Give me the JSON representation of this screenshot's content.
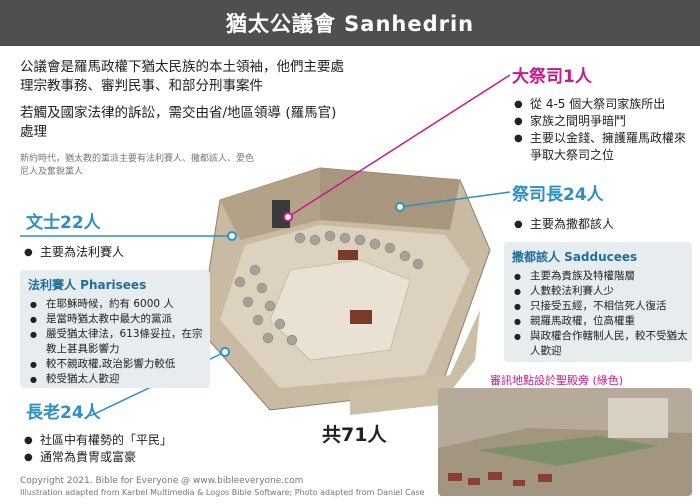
{
  "title": "猶太公議會  Sanhedrin",
  "intro": {
    "p1": "公議會是羅馬政權下猶太民族的本土領袖，他們主要處理宗教事務、審判民事、和部分刑事案件",
    "p2": "若觸及國家法律的訴訟，需交由省/地區領導 (羅馬官) 處理"
  },
  "note": "新約時代，猶太教的黨派主要有法利賽人、撒都該人、愛色尼人及奮銳黨人",
  "scribes": {
    "title": "文士22人",
    "bullets": [
      "主要為法利賽人"
    ],
    "box": {
      "title": "法利賽人 Pharisees",
      "items": [
        "在耶穌時候，約有 6000 人",
        "是當時猶太教中最大的黨派",
        "嚴受猶太律法，613條妥拉，在宗教上甚具影響力",
        "較不親政權,政治影響力較低",
        "較受猶太人歡迎"
      ]
    }
  },
  "elders": {
    "title": "長老24人",
    "bullets": [
      "社區中有權勢的「平民」",
      "通常為貴冑或富豪"
    ]
  },
  "high_priest": {
    "title": "大祭司1人",
    "bullets": [
      "從 4-5 個大祭司家族所出",
      "家族之間明爭暗鬥",
      "主要以金錢、擁護羅馬政權來爭取大祭司之位"
    ]
  },
  "chief_priests": {
    "title": "祭司長24人",
    "bullets": [
      "主要為撒都該人"
    ],
    "box": {
      "title": "撒都該人 Sadducees",
      "items": [
        "主要為貴族及特權階層",
        "人數較法利賽人少",
        "只接受五經，不相信死人復活",
        "親羅馬政權，位高權重",
        "與政權合作轄制人民，較不受猶太人歡迎"
      ]
    }
  },
  "total": "共71人",
  "court_label": "審訊地點設於聖殿旁 (綠色)",
  "footer": {
    "line1": "Copyright 2021. Bible for Everyone @ www.bibleeveryone.com",
    "line2": "Illustration adapted from Karbel Multimedia & Logos Bible Software; Photo adapted from Daniel Case"
  },
  "colors": {
    "blue": "#2d8fc4",
    "magenta": "#c8188a",
    "title_bg": "#4f4f4f",
    "box_bg": "#e7ecef"
  }
}
